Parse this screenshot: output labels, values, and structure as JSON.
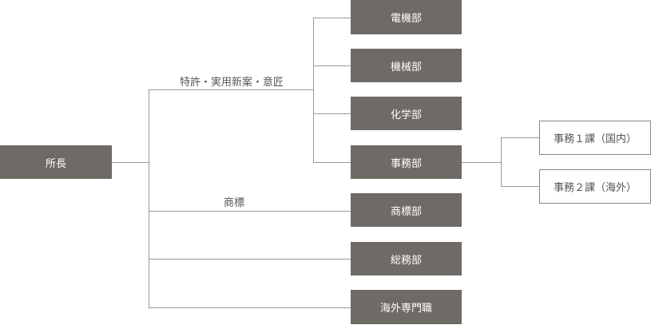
{
  "head": "所長",
  "groups": {
    "patent": "特許・実用新案・意匠",
    "trademark": "商標"
  },
  "departments": [
    "電機部",
    "機械部",
    "化学部",
    "事務部",
    "商標部",
    "総務部",
    "海外専門職"
  ],
  "sections": [
    "事務１課（国内）",
    "事務２課（海外）"
  ],
  "colors": {
    "box": "#6e6a65",
    "line": "#999999"
  }
}
